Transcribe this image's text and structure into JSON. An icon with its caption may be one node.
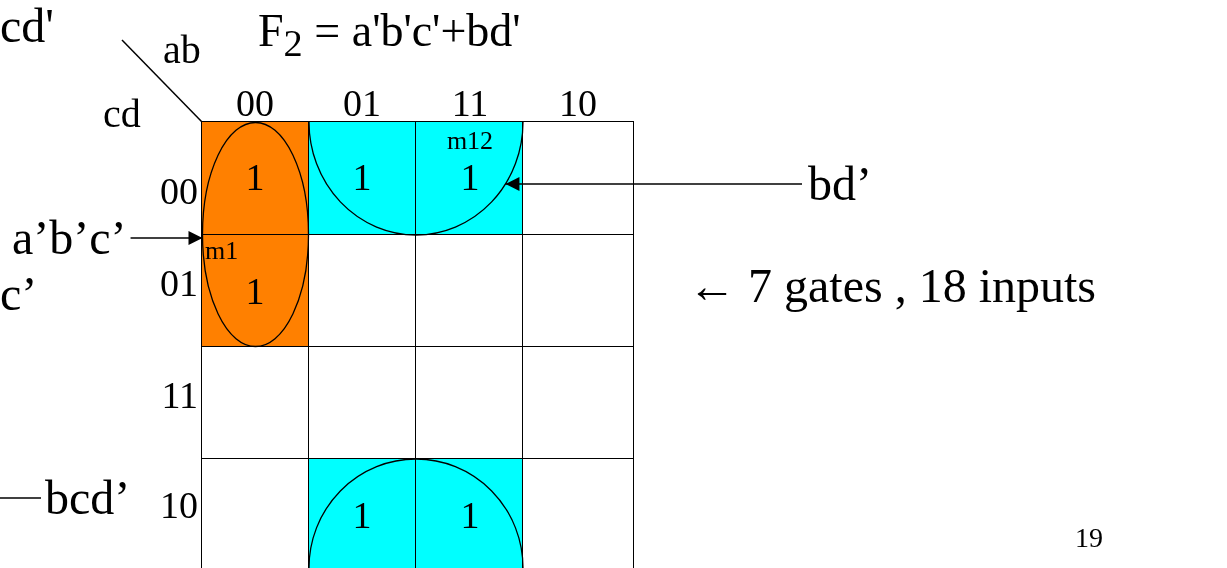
{
  "diagram": {
    "title": "F$_{2}$ = a'b'c'+bd'",
    "nodes": [
      {
        "text": [],
        "shape": "ellipse"
      },
      {
        "text": [],
        "shape": "semicircle"
      },
      {
        "text": [
          "bd’"
        ]
      },
      {
        "text": [
          "a’b’c’"
        ]
      },
      {
        "text": [
          "bcd’"
        ]
      },
      {
        "text": [],
        "shape": "semicircle"
      }
    ],
    "edges": [
      {
        "from": 2,
        "to": 1,
        "arrow": "to"
      },
      {
        "from": 3,
        "to": 0,
        "arrow": "to"
      },
      {
        "from": 4,
        "to": null,
        "arrow": "none"
      }
    ],
    "labels": [
      "cd'",
      "ab",
      "cd",
      "00",
      "01",
      "11",
      "10",
      "m12",
      "00",
      "1",
      "1",
      "1",
      "m1",
      "c’",
      "01",
      "1",
      "← 7 gates , 18 inputs",
      "11",
      "10",
      "1",
      "1",
      "19"
    ]
  }
}
